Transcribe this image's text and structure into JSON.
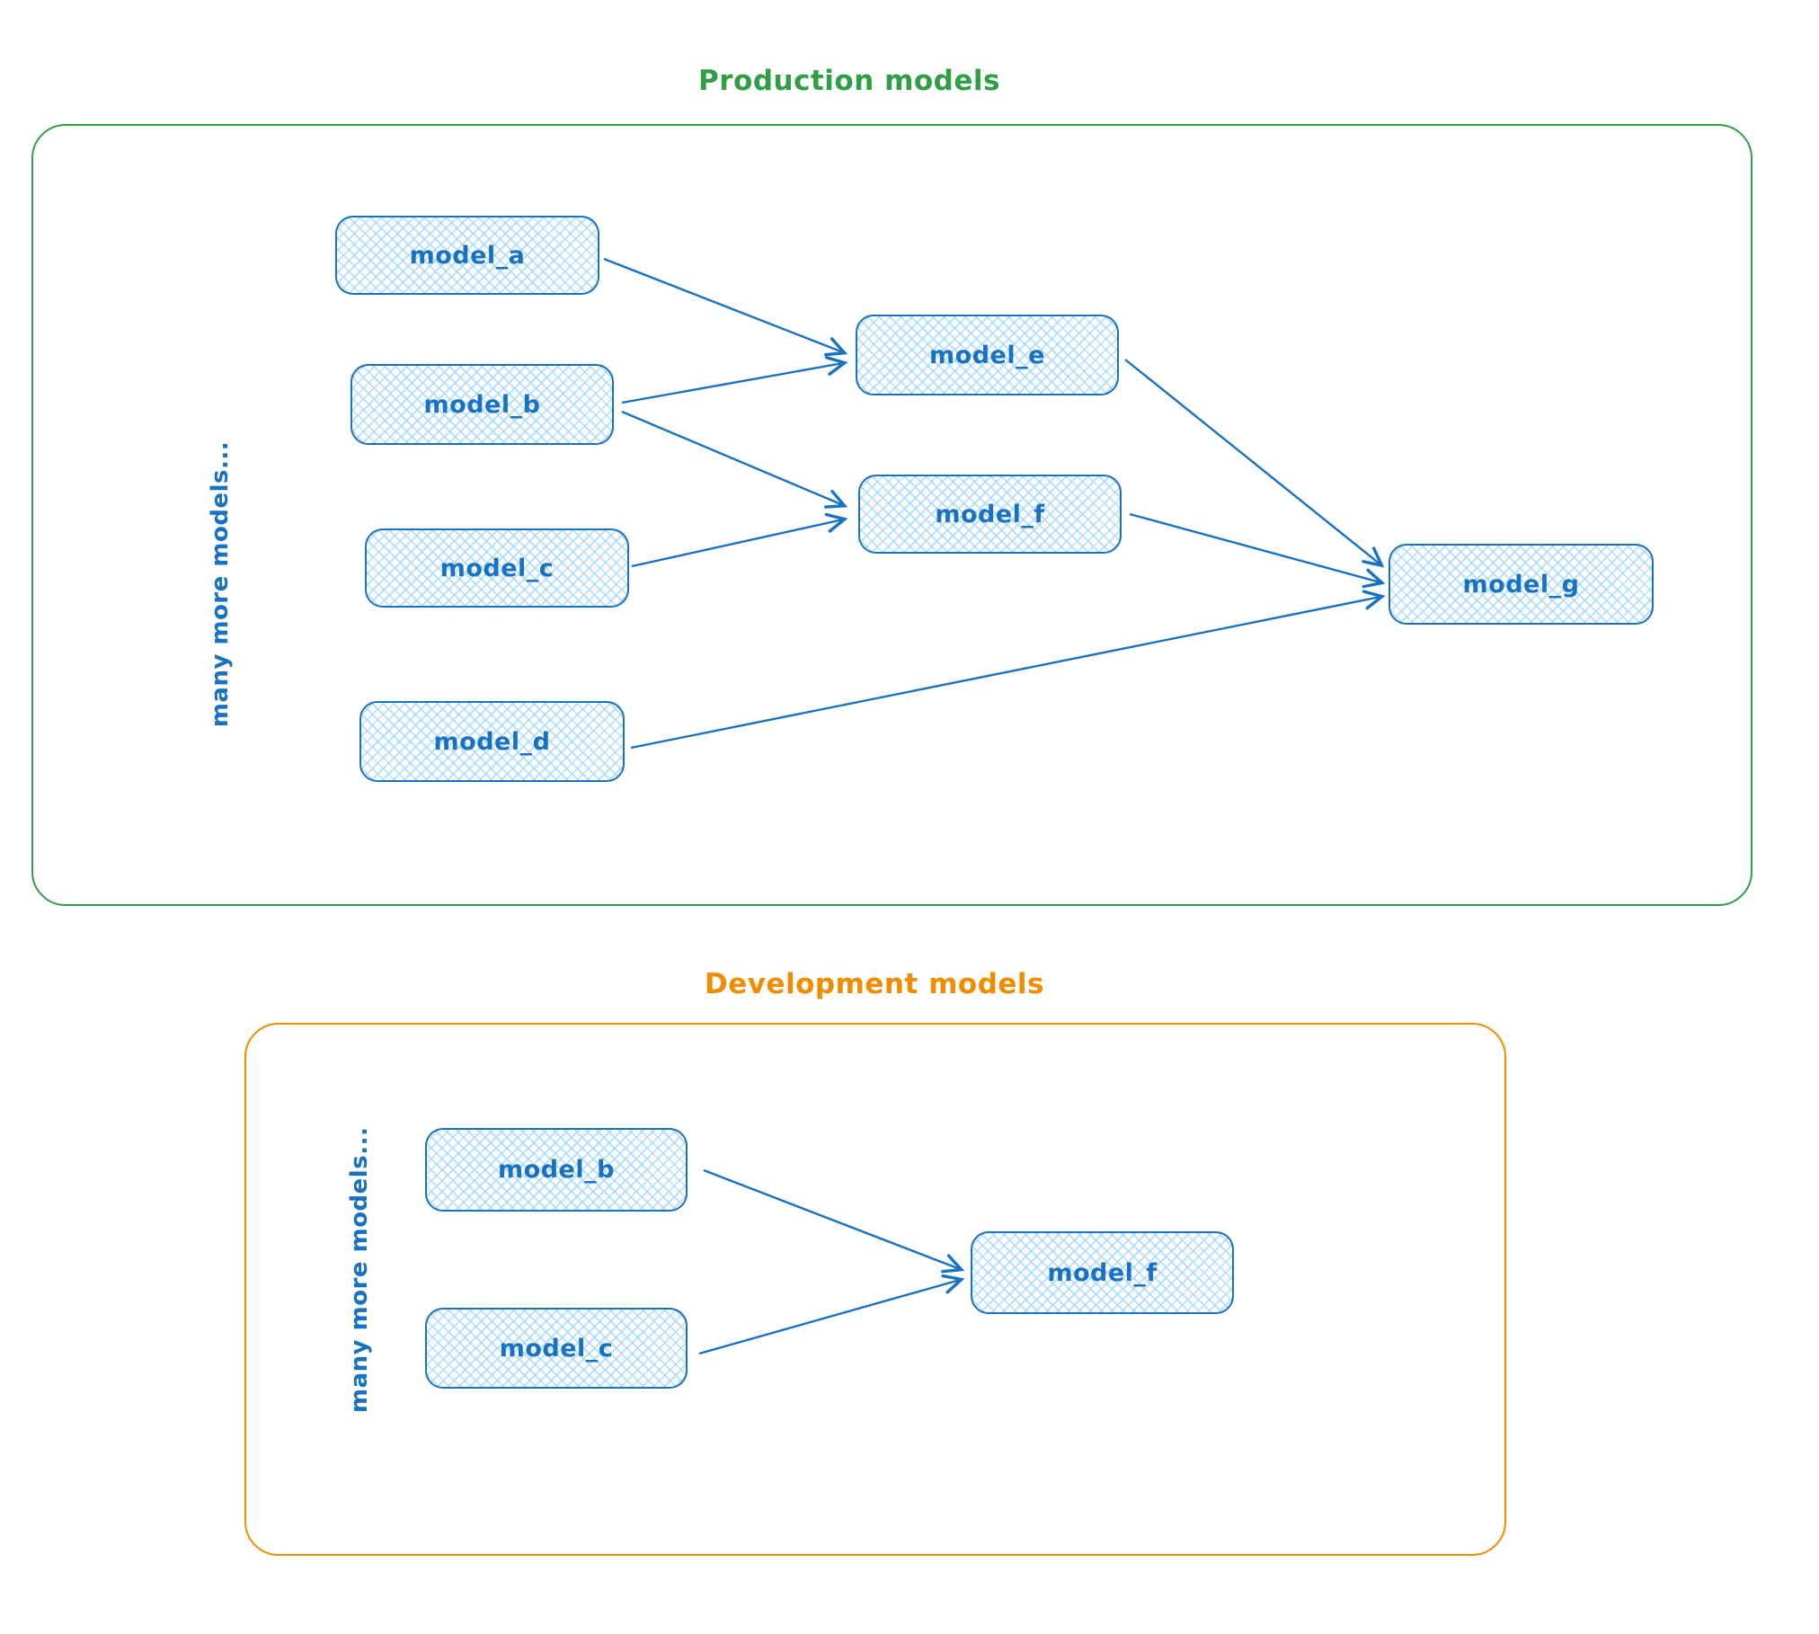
{
  "diagram": {
    "style": {
      "node_border_color": "#1971c2",
      "node_fill_hatch_color": "#a5d8ff",
      "node_text_color": "#1971c2",
      "production_accent": "#2f9e44",
      "development_accent": "#f08c00",
      "background": "#ffffff"
    },
    "sections": [
      {
        "id": "production",
        "title": "Production models",
        "side_label": "many more models...",
        "nodes": [
          {
            "id": "model_a",
            "label": "model_a"
          },
          {
            "id": "model_b",
            "label": "model_b"
          },
          {
            "id": "model_c",
            "label": "model_c"
          },
          {
            "id": "model_d",
            "label": "model_d"
          },
          {
            "id": "model_e",
            "label": "model_e"
          },
          {
            "id": "model_f",
            "label": "model_f"
          },
          {
            "id": "model_g",
            "label": "model_g"
          }
        ],
        "edges": [
          {
            "from": "model_a",
            "to": "model_e"
          },
          {
            "from": "model_b",
            "to": "model_e"
          },
          {
            "from": "model_b",
            "to": "model_f"
          },
          {
            "from": "model_c",
            "to": "model_f"
          },
          {
            "from": "model_e",
            "to": "model_g"
          },
          {
            "from": "model_f",
            "to": "model_g"
          },
          {
            "from": "model_d",
            "to": "model_g"
          }
        ]
      },
      {
        "id": "development",
        "title": "Development models",
        "side_label": "many more models...",
        "nodes": [
          {
            "id": "model_b",
            "label": "model_b"
          },
          {
            "id": "model_c",
            "label": "model_c"
          },
          {
            "id": "model_f",
            "label": "model_f"
          }
        ],
        "edges": [
          {
            "from": "model_b",
            "to": "model_f"
          },
          {
            "from": "model_c",
            "to": "model_f"
          }
        ]
      }
    ]
  }
}
